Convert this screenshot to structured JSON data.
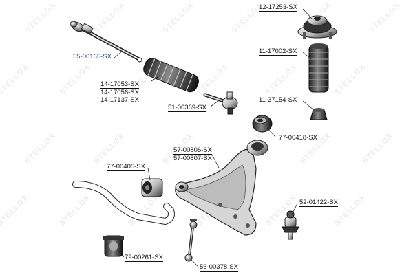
{
  "watermark": "STELLOX",
  "accent_color": "#2a4f9a",
  "labels": {
    "tie_rod": "55-00165-SX",
    "boot": [
      "14-17053-SX",
      "14-17056-SX",
      "14-17137-SX"
    ],
    "tie_rod_end": "51-00369-SX",
    "strut_mount": "12-17253-SX",
    "bump_stop": "11-17002-SX",
    "bump_rubber": "11-37154-SX",
    "arm_bushing": "77-00418-SX",
    "control_arm": [
      "57-00806-SX",
      "57-00807-SX"
    ],
    "stab_bushing": "77-00405-SX",
    "ball_joint": "52-01422-SX",
    "stab_mount": "79-00261-SX",
    "stab_link": "56-00378-SX"
  }
}
